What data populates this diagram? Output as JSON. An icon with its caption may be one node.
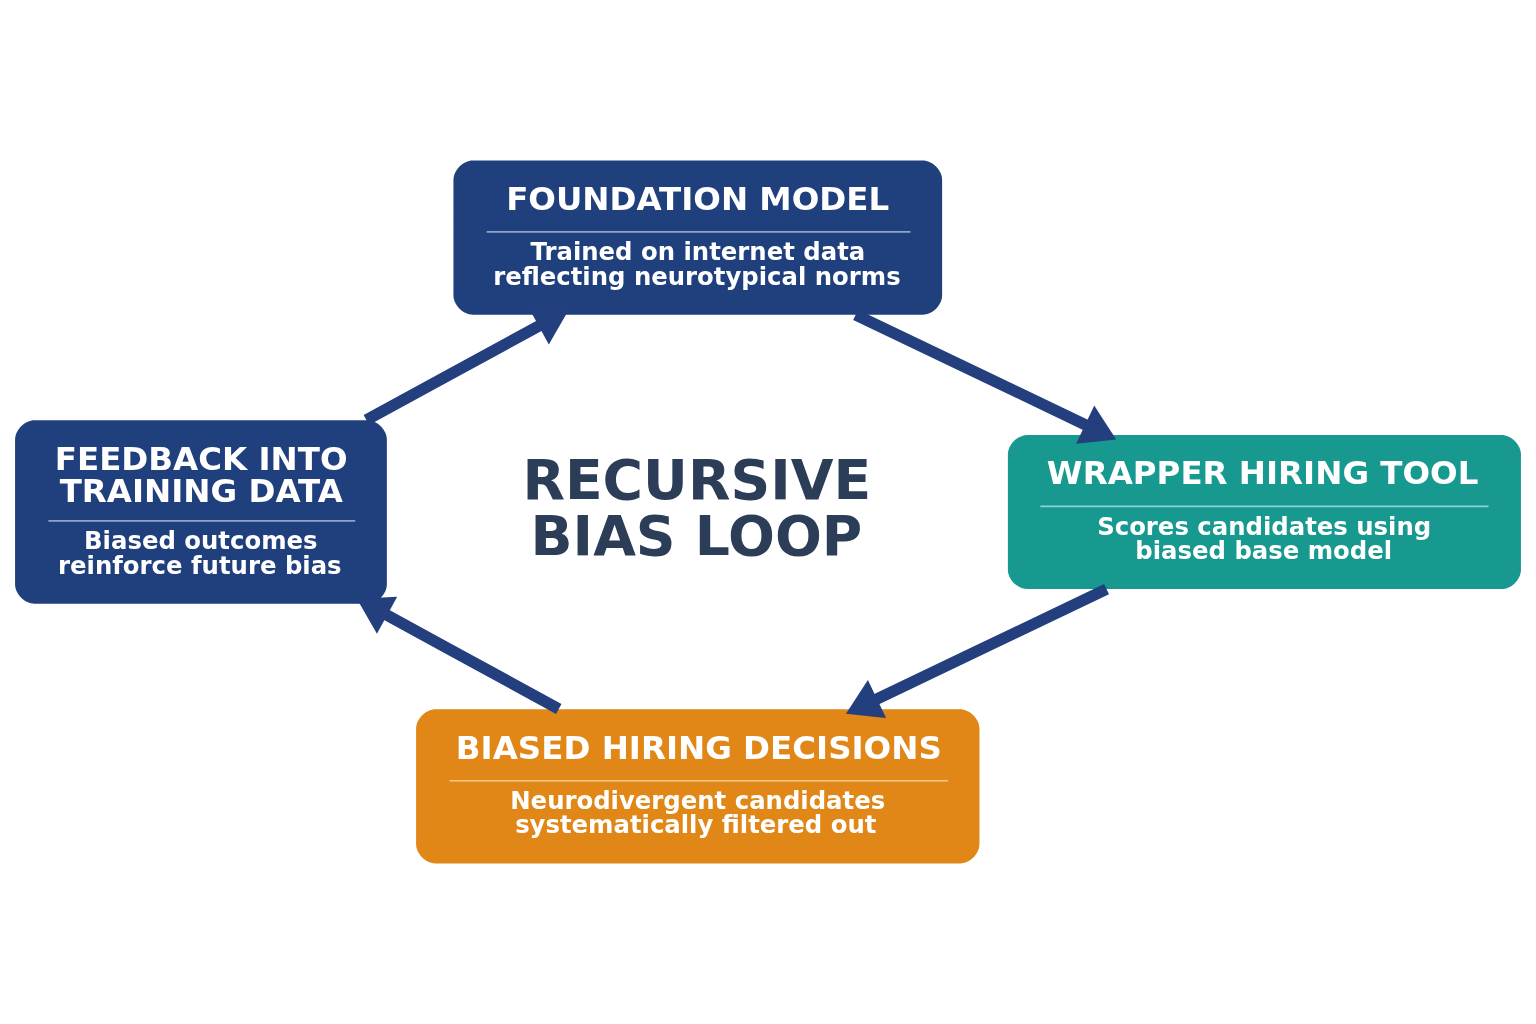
{
  "diagram": {
    "nodes": [
      {
        "text": [
          "FOUNDATION MODEL",
          "Trained on internet data reflecting neurotypical norms"
        ]
      },
      {
        "text": [
          "WRAPPER HIRING TOOL",
          "Scores candidates using biased base model"
        ]
      },
      {
        "text": [
          "BIASED HIRING DECISIONS",
          "Neurodivergent candidates systematically filtered out"
        ]
      },
      {
        "text": [
          "FEEDBACK INTO TRAINING DATA",
          "Biased outcomes reinforce future bias"
        ]
      }
    ],
    "edges": [
      {
        "from": 0,
        "to": 1,
        "arrow": "to"
      },
      {
        "from": 1,
        "to": 2,
        "arrow": "to"
      },
      {
        "from": 2,
        "to": 3,
        "arrow": "to"
      },
      {
        "from": 3,
        "to": 0,
        "arrow": "to"
      }
    ],
    "labels": [
      "RECURSIVE BIAS LOOP"
    ]
  }
}
